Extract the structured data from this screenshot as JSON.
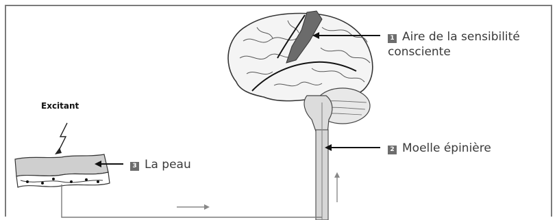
{
  "labels": {
    "l1": {
      "num": "1",
      "text_line1": "Aire de la sensibilité",
      "text_line2": "consciente"
    },
    "l2": {
      "num": "2",
      "text": "Moelle épinière"
    },
    "l3": {
      "num": "3",
      "text": "La peau"
    },
    "stimulus": "Excitant"
  },
  "colors": {
    "label_text": "#3a3a3a",
    "number_box": "#6d6d6d",
    "sensory_area": "#6b6b6b",
    "nerve": "#7a7a7a",
    "skin": "#cfcfcf"
  }
}
